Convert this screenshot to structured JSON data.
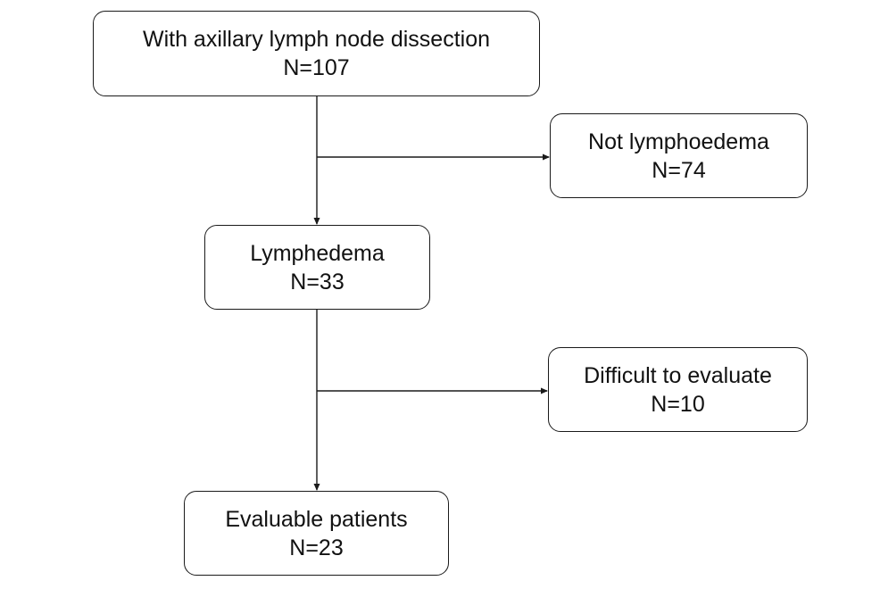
{
  "nodes": {
    "start": {
      "label": "With axillary lymph node dissection",
      "count": "N=107"
    },
    "not_lymphoedema": {
      "label": "Not lymphoedema",
      "count": "N=74"
    },
    "lymphedema": {
      "label": "Lymphedema",
      "count": "N=33"
    },
    "difficult": {
      "label": "Difficult to evaluate",
      "count": "N=10"
    },
    "evaluable": {
      "label": "Evaluable patients",
      "count": "N=23"
    }
  },
  "edges": [
    {
      "from": "start",
      "to": "lymphedema"
    },
    {
      "from": "start",
      "to": "not_lymphoedema"
    },
    {
      "from": "lymphedema",
      "to": "evaluable"
    },
    {
      "from": "lymphedema",
      "to": "difficult"
    }
  ],
  "colors": {
    "line": "#1a1a1a",
    "box_border": "#1a1a1a",
    "background": "#ffffff"
  }
}
